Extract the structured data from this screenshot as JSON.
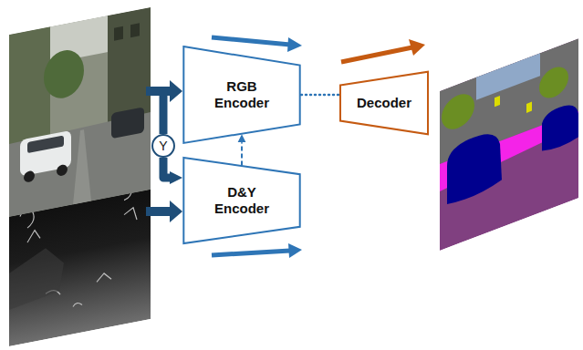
{
  "diagram": {
    "nodes": [
      {
        "text": [
          "RGB Encoder"
        ]
      },
      {
        "text": [
          "Y"
        ]
      },
      {
        "text": [
          "D&Y Encoder"
        ]
      },
      {
        "text": [
          "Decoder"
        ]
      }
    ],
    "edges": [
      {
        "from": 1,
        "to": 2,
        "arrow": "to"
      },
      {
        "from": 2,
        "to": 0,
        "arrow": "to"
      },
      {
        "from": 0,
        "to": 3,
        "arrow": "none"
      }
    ]
  }
}
